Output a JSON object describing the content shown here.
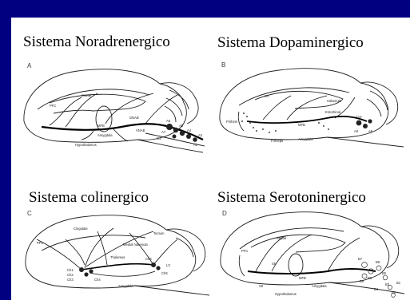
{
  "slide": {
    "colors": {
      "frame": "#000080",
      "content": "#ffffff",
      "ink": "#000000"
    }
  },
  "panels": [
    {
      "title": "Sistema Noradrenergico",
      "letter": "A",
      "labels": [
        "PFC",
        "Septal",
        "MFB",
        "DNAB",
        "VNAB",
        "Amygdala",
        "Hypothalamus",
        "A6",
        "A5",
        "A4",
        "A1",
        "A2",
        "A7",
        "C1"
      ]
    },
    {
      "title": "Sistema Dopaminergico",
      "letter": "B",
      "labels": [
        "CA",
        "Habenula",
        "Piriform",
        "MFB",
        "Entorhinal",
        "A10",
        "A9",
        "A8",
        "Forceps",
        "Amygdala"
      ]
    },
    {
      "title": "Sistema colinergico",
      "letter": "C",
      "labels": [
        "PFC",
        "Cingulate",
        "Medial habenula",
        "Tectum",
        "Thalamus",
        "Ch1",
        "Ch2",
        "Ch3",
        "Ch4",
        "Ch5",
        "Ch6",
        "LC",
        "Amygdala"
      ]
    },
    {
      "title": "Sistema Serotoninergico",
      "letter": "D",
      "labels": [
        "PFC",
        "Septal",
        "S5",
        "S6",
        "MFB",
        "B7",
        "B8",
        "B9",
        "B6",
        "B5",
        "B3",
        "B2",
        "B1",
        "B4",
        "Amygdala",
        "Hypothalamus"
      ]
    }
  ]
}
